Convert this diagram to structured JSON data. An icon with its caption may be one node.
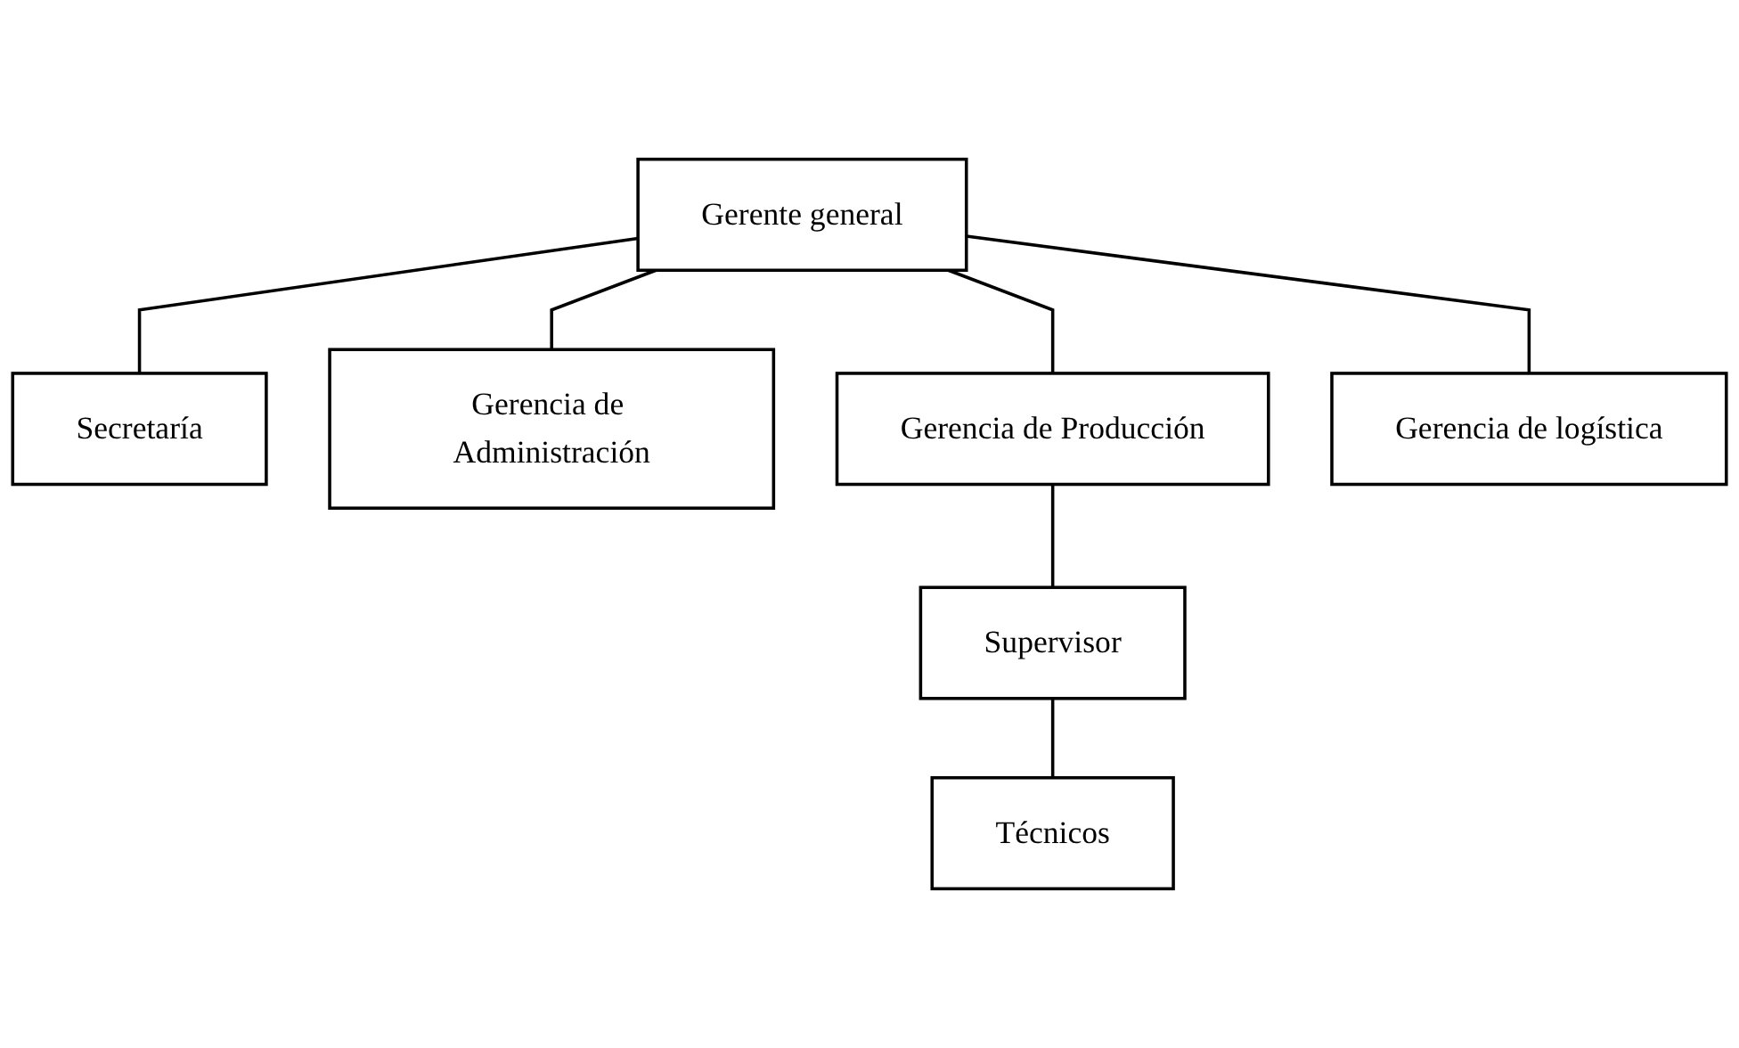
{
  "diagram": {
    "nodes": [
      {
        "text": [
          "Gerente general"
        ]
      },
      {
        "text": [
          "Secretaría"
        ]
      },
      {
        "text": [
          "Gerencia de Administración"
        ]
      },
      {
        "text": [
          "Gerencia de Producción"
        ]
      },
      {
        "text": [
          "Gerencia de logística"
        ]
      },
      {
        "text": [
          "Supervisor"
        ]
      },
      {
        "text": [
          "Técnicos"
        ]
      }
    ],
    "edges": [
      {
        "from": 0,
        "to": 1,
        "arrow": "none"
      },
      {
        "from": 0,
        "to": 2,
        "arrow": "none"
      },
      {
        "from": 0,
        "to": 3,
        "arrow": "none"
      },
      {
        "from": 0,
        "to": 4,
        "arrow": "none"
      },
      {
        "from": 3,
        "to": 5,
        "arrow": "none"
      },
      {
        "from": 5,
        "to": 6,
        "arrow": "none"
      }
    ]
  }
}
